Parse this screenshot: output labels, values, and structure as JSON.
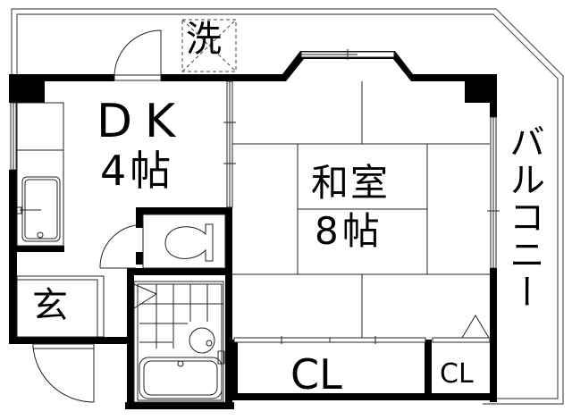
{
  "floor_plan": {
    "type": "1DK apartment floor plan",
    "rooms": {
      "dk": {
        "name": "DK",
        "size": "4帖"
      },
      "washitsu": {
        "name": "和室",
        "size": "8帖"
      },
      "genkan": {
        "name": "玄"
      },
      "laundry": {
        "name": "洗"
      },
      "closet_large": {
        "name": "CL"
      },
      "closet_small": {
        "name": "CL"
      },
      "balcony": {
        "name": "バルコニー"
      }
    },
    "colors": {
      "wall": "#000000",
      "line": "#333333",
      "background": "#ffffff"
    }
  }
}
